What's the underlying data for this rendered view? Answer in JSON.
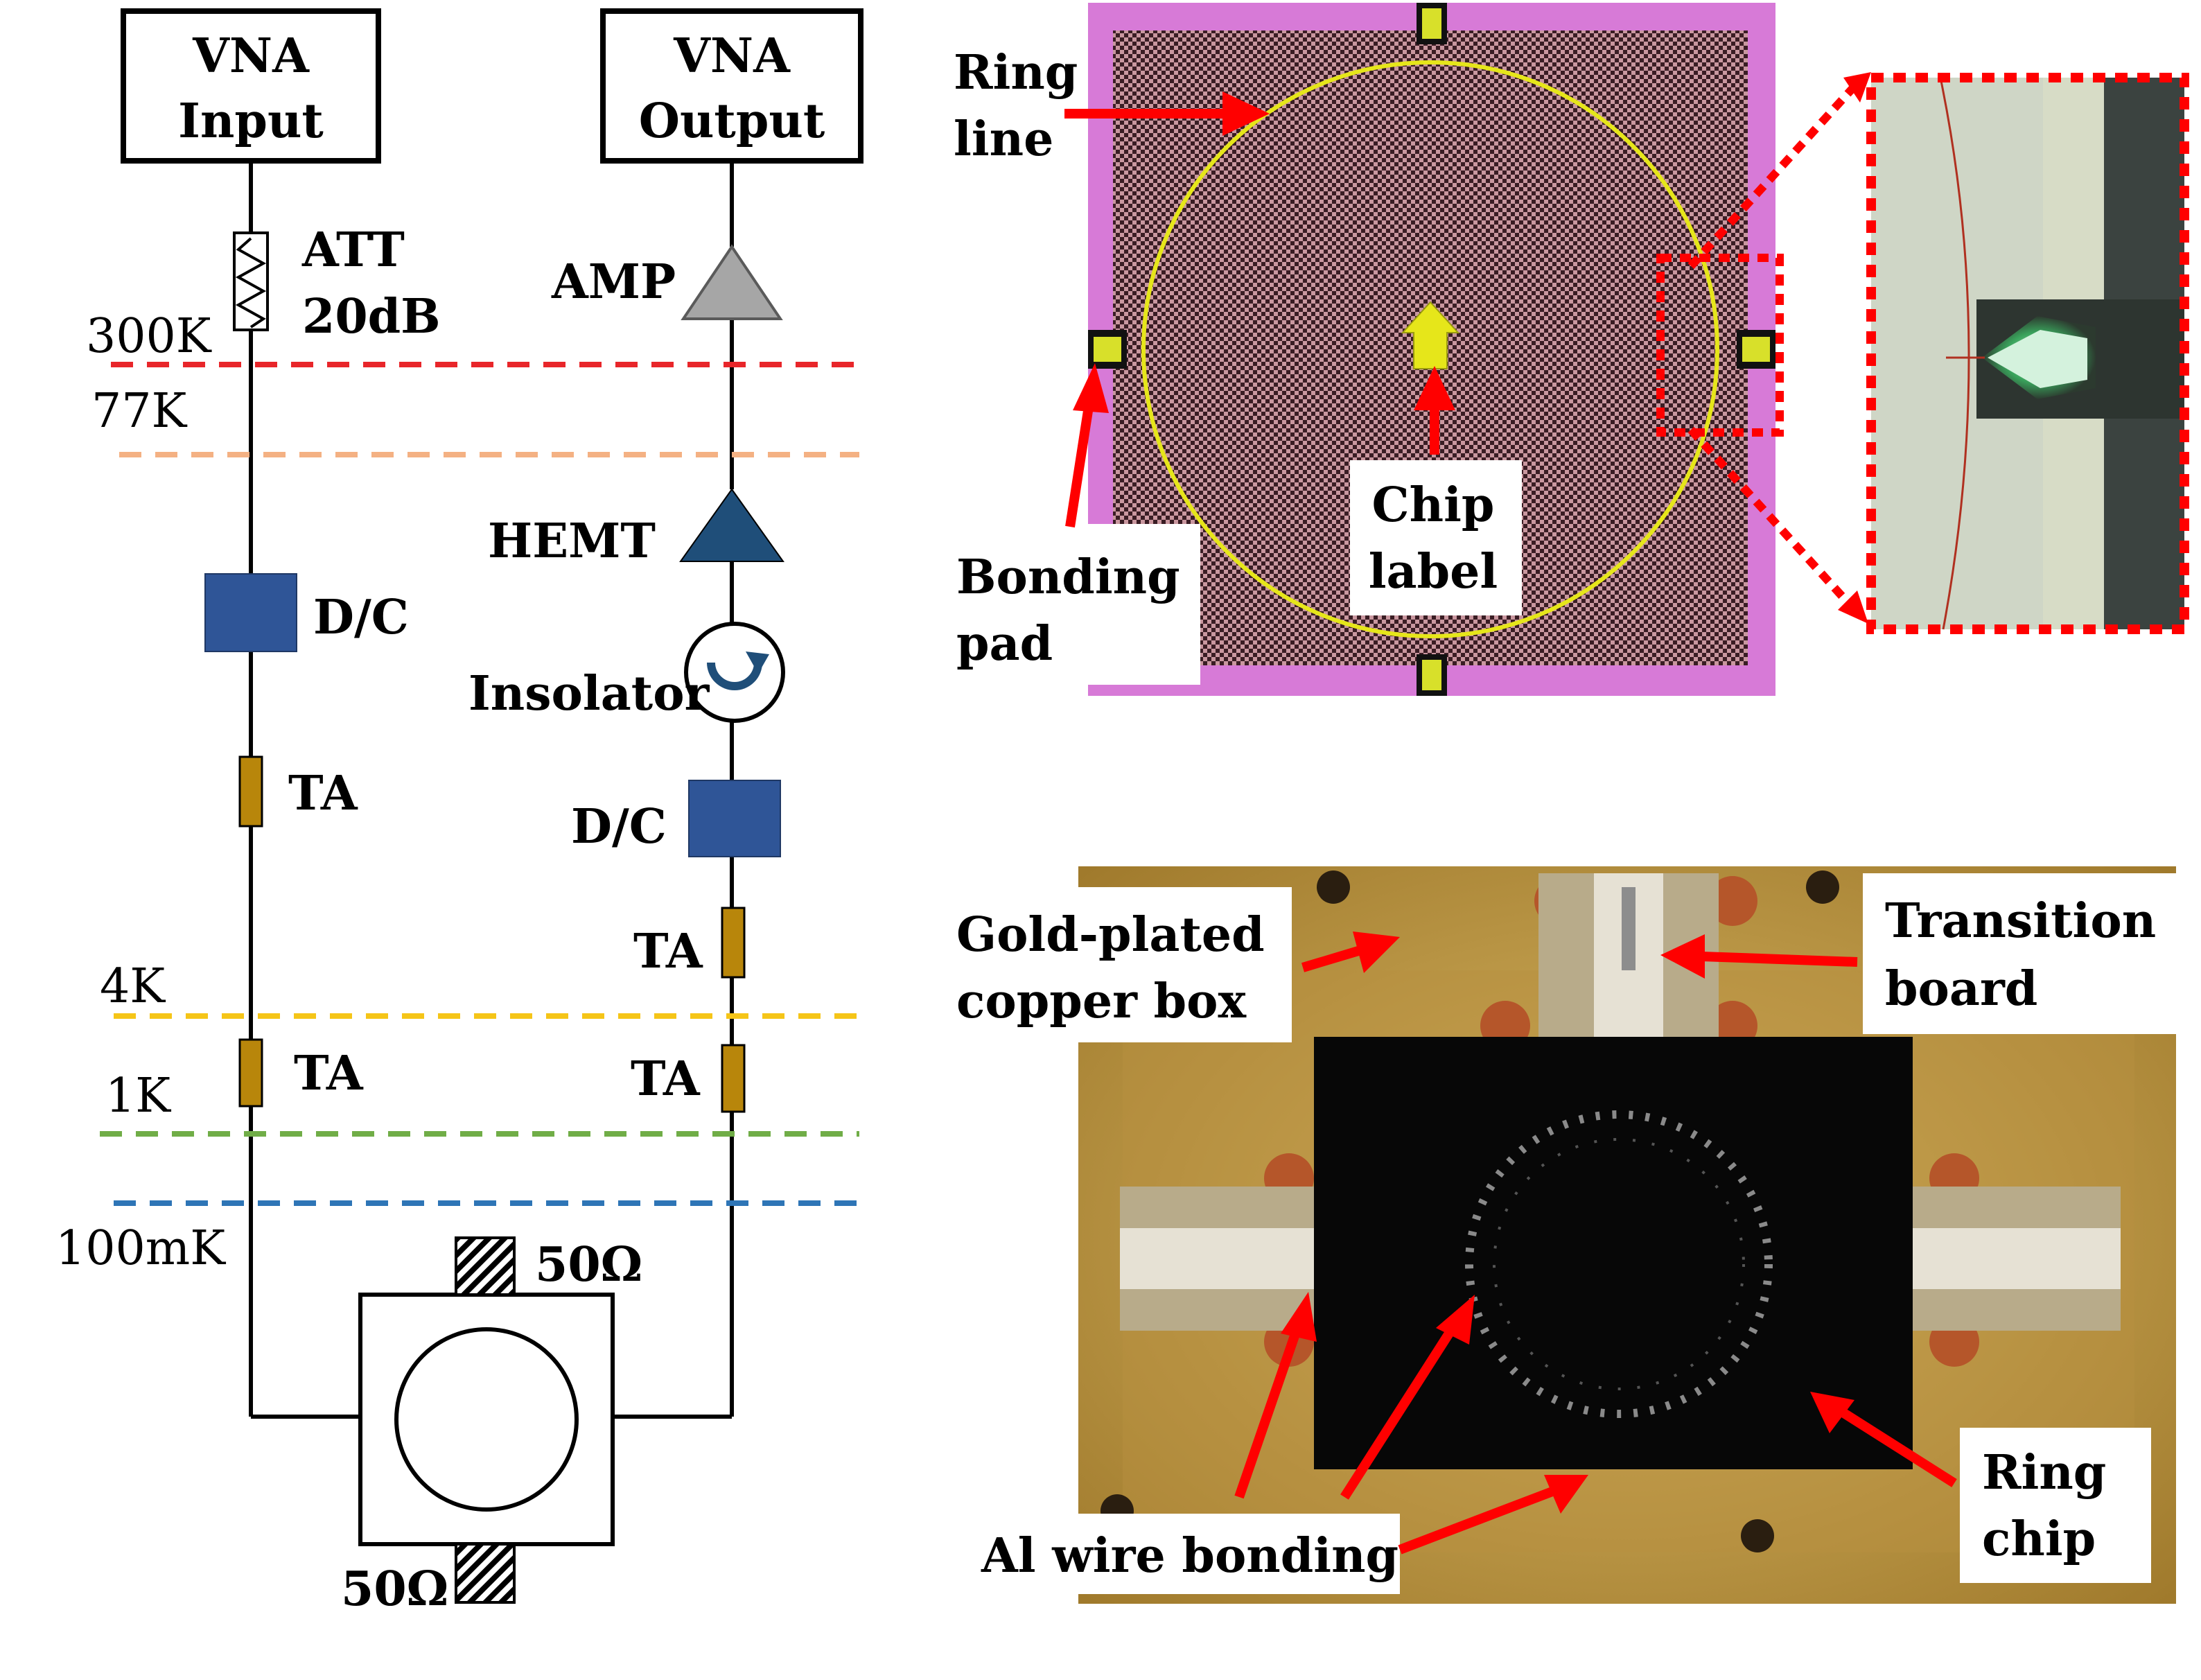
{
  "schematic": {
    "vna_input": [
      "VNA",
      "Input"
    ],
    "vna_output": [
      "VNA",
      "Output"
    ],
    "attenuator": [
      "ATT",
      "20dB"
    ],
    "amp": "AMP",
    "hemt": "HEMT",
    "isolator": "Insolator",
    "dc_input": "D/C",
    "dc_output": "D/C",
    "ta_labels": [
      "TA",
      "TA",
      "TA",
      "TA"
    ],
    "stages": [
      {
        "label": "300K",
        "color": "#e8262a"
      },
      {
        "label": "77K",
        "color": "#f4b183"
      },
      {
        "label": "4K",
        "color": "#f5c518"
      },
      {
        "label": "1K",
        "color": "#70ad47"
      },
      {
        "label": "100mK",
        "color": "#2e75b6"
      }
    ],
    "terminations": [
      "50Ω",
      "50Ω"
    ]
  },
  "layout_panel": {
    "ring_line": [
      "Ring",
      "line"
    ],
    "bonding_pad": [
      "Bonding",
      "pad"
    ],
    "chip_label": [
      "Chip",
      "label"
    ]
  },
  "photo_panel": {
    "gold_box": [
      "Gold-plated",
      "copper box"
    ],
    "transition_board": [
      "Transition",
      "board"
    ],
    "al_wire": "Al wire bonding",
    "ring_chip": [
      "Ring",
      "chip"
    ]
  },
  "colors": {
    "component_blue": "#2f5597",
    "thermal_attenuator": "#b8860b",
    "amp_gray": "#a6a6a6",
    "hemt_navy": "#1f4e79",
    "arrow_red": "#ff0000",
    "chip_magenta": "#d77ad7",
    "ring_yellow": "#e6e61a",
    "gold": "#c9a24a"
  }
}
